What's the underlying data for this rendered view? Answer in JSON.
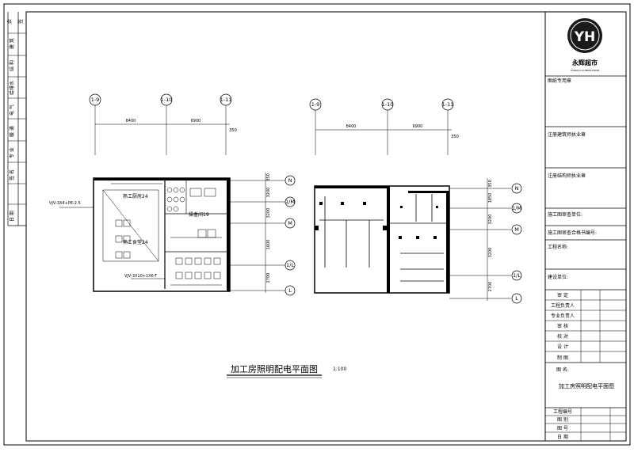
{
  "title_block": {
    "logo_initials": "YH",
    "company_name": "永辉超市",
    "company_sub": "YONGHUI SUPERSTORES",
    "rows": [
      {
        "label": "图纸专用章"
      },
      {
        "label": "注册建筑师执业章"
      },
      {
        "label": "注册结构师执业章"
      },
      {
        "label": "施工图审查单位:"
      },
      {
        "label": "施工图审查合格书编号:"
      },
      {
        "label": "工程名称:"
      },
      {
        "label": "建设单位:"
      }
    ],
    "signoff": [
      "审 定",
      "工程负责人",
      "专业负责人",
      "审 核",
      "校 对",
      "设 计",
      "制 图"
    ],
    "drawing_name_label": "图 名:",
    "drawing_name": "加工房照明配电平面图",
    "footer": [
      "工程编号",
      "图 别",
      "图 号",
      "日 期"
    ]
  },
  "drawing": {
    "title": "加工房照明配电平面图",
    "scale": "1:100",
    "left_plan": {
      "axes_top": [
        "1-9",
        "1-10",
        "1-11"
      ],
      "dims_top": [
        "8400",
        "6900",
        "350"
      ],
      "axes_side": [
        "N",
        "1/M",
        "M",
        "1/L",
        "L"
      ],
      "dims_side": [
        "350",
        "3200",
        "3200",
        "1600",
        "2700"
      ],
      "rooms": [
        "熟工厨房24",
        "操盒间19",
        "熟工食堂24"
      ],
      "notes": [
        "VJV-3X4+PE-2.5",
        "VJV-3X10+1X6-T"
      ]
    },
    "right_plan": {
      "axes_top": [
        "1-9",
        "1-10",
        "1-11"
      ],
      "dims_top": [
        "8400",
        "6900",
        "350"
      ],
      "axes_side": [
        "N",
        "1/M",
        "M",
        "1/L",
        "L"
      ],
      "dims_side": [
        "350",
        "1850",
        "3200",
        "3200",
        "2700"
      ]
    }
  },
  "left_margin": {
    "labels": [
      "会",
      "签",
      "建 筑",
      "结 构",
      "给排水",
      "电 气",
      "暖 通",
      "专 业",
      "签 名",
      "日 期"
    ]
  },
  "colors": {
    "ink": "#000000",
    "paper": "#ffffff",
    "logo_ring": "#1a1a1a"
  }
}
